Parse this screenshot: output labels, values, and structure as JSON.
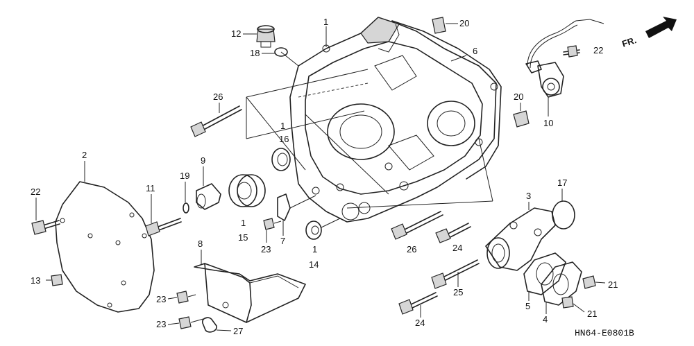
{
  "diagram_code": "HN64-E0801B",
  "direction_label": "FR.",
  "callouts": {
    "c1_top": "1",
    "c12": "12",
    "c18": "18",
    "c20_top": "20",
    "c6": "6",
    "c22_right": "22",
    "c26_left": "26",
    "c1_mid": "1",
    "c16": "16",
    "c20_right": "20",
    "c10": "10",
    "c2": "2",
    "c22_left": "22",
    "c11": "11",
    "c19": "19",
    "c9": "9",
    "c1_seal": "1",
    "c15": "15",
    "c23_top": "23",
    "c7": "7",
    "c1_small": "1",
    "c14": "14",
    "c26_bottom": "26",
    "c24_mid": "24",
    "c3": "3",
    "c17": "17",
    "c13": "13",
    "c8": "8",
    "c23_mid": "23",
    "c23_bottom": "23",
    "c27": "27",
    "c25": "25",
    "c24_bottom": "24",
    "c5": "5",
    "c4": "4",
    "c21_top": "21",
    "c21_bottom": "21"
  }
}
